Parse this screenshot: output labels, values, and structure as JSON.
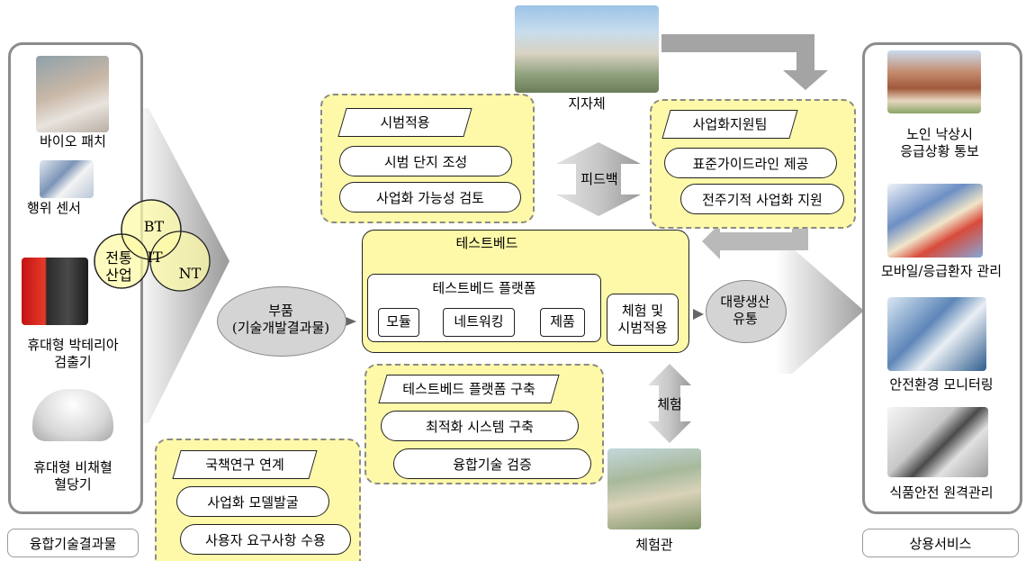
{
  "left_panel": {
    "caption": "융합기술결과물",
    "items": [
      "바이오 패치",
      "행위 센서",
      "휴대형 박테리아\n검출기",
      "휴대형 비채혈\n혈당기"
    ],
    "venn": {
      "bt": "BT",
      "it": "IT",
      "nt": "NT",
      "traditional": "전통\n산업"
    }
  },
  "right_panel": {
    "caption": "상용서비스",
    "items": [
      "노인 낙상시\n응급상황 통보",
      "모바일/응급환자 관리",
      "안전환경 모니터링",
      "식품안전 원격관리"
    ]
  },
  "parts": "부품\n(기술개발결과물)",
  "mass": "대량생산\n유통",
  "pilot": {
    "title": "시범적용",
    "items": [
      "시범 단지 조성",
      "사업화 가능성 검토"
    ]
  },
  "support_team": {
    "title": "사업화지원팀",
    "items": [
      "표준가이드라인 제공",
      "전주기적 사업화 지원"
    ]
  },
  "testbed": {
    "title": "테스트베드",
    "platform_title": "테스트베드 플랫폼",
    "module": "모듈",
    "network": "네트워킹",
    "product": "제품",
    "experience": "체험 및\n시범적용"
  },
  "construct": {
    "title": "테스트베드 플랫폼 구축",
    "items": [
      "최적화 시스템 구축",
      "융합기술 검증"
    ]
  },
  "national": {
    "title": "국책연구 연계",
    "items": [
      "사업화 모델발굴",
      "사용자 요구사항 수용"
    ]
  },
  "feedback": "피드백",
  "experience_arrow": "체험",
  "local_gov": "지자체",
  "experience_hall": "체험관",
  "colors": {
    "yellow": "#fdf9a8",
    "gray_arrow": "#9d9d9d",
    "panel_border": "#8c8c8c"
  }
}
